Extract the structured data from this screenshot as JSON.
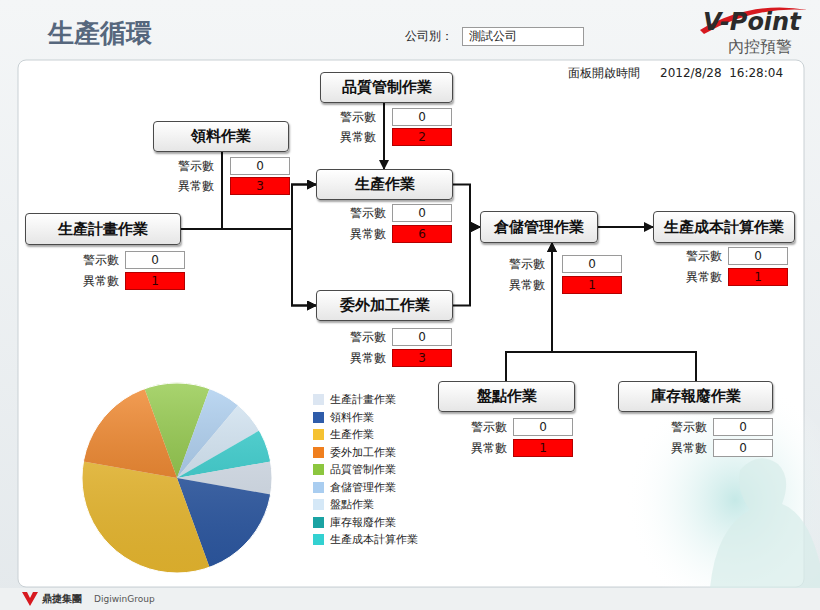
{
  "diagram": {
    "title": "生產循環",
    "nodes": [
      {
        "text": [
          "測試公司"
        ]
      },
      {
        "text": [
          "品質管制作業"
        ]
      },
      {
        "text": [
          "0"
        ]
      },
      {
        "text": [
          "2"
        ]
      },
      {
        "text": [
          "領料作業"
        ]
      },
      {
        "text": [
          "0"
        ]
      },
      {
        "text": [
          "3"
        ]
      },
      {
        "text": [
          "生產作業"
        ]
      },
      {
        "text": [
          "0"
        ]
      },
      {
        "text": [
          "6"
        ]
      },
      {
        "text": [
          "生產計畫作業"
        ]
      },
      {
        "text": [
          "0"
        ]
      },
      {
        "text": [
          "1"
        ]
      },
      {
        "text": [
          "倉儲管理作業"
        ]
      },
      {
        "text": [
          "0"
        ]
      },
      {
        "text": [
          "1"
        ]
      },
      {
        "text": [
          "生產成本計算作業"
        ]
      },
      {
        "text": [
          "0"
        ]
      },
      {
        "text": [
          "1"
        ]
      },
      {
        "text": [
          "委外加工作業"
        ]
      },
      {
        "text": [
          "0"
        ]
      },
      {
        "text": [
          "3"
        ]
      },
      {
        "text": [
          "盤點作業"
        ]
      },
      {
        "text": [
          "0"
        ]
      },
      {
        "text": [
          "1"
        ]
      },
      {
        "text": [
          "庫存報廢作業"
        ]
      },
      {
        "text": [
          "0"
        ]
      },
      {
        "text": [
          "0"
        ]
      }
    ],
    "edges": [
      {
        "from": 10,
        "to": 7,
        "arrow": "to"
      },
      {
        "from": 10,
        "to": 19,
        "arrow": "to"
      },
      {
        "from": 4,
        "to": 7,
        "arrow": "to"
      },
      {
        "from": 4,
        "to": 19,
        "arrow": "to"
      },
      {
        "from": 1,
        "to": 7,
        "arrow": "to"
      },
      {
        "from": 7,
        "to": 13,
        "arrow": "to"
      },
      {
        "from": 19,
        "to": 13,
        "arrow": "to"
      },
      {
        "from": 13,
        "to": 16,
        "arrow": "to"
      },
      {
        "from": 22,
        "to": 13,
        "arrow": "to"
      },
      {
        "from": 25,
        "to": 13,
        "arrow": "to"
      }
    ],
    "labels": [
      "公司別：",
      "V-Point",
      "內控預警",
      "面板開啟時間",
      "2012/8/28  16:28:04",
      "警示數",
      "異常數",
      "警示數",
      "異常數",
      "警示數",
      "異常數",
      "警示數",
      "異常數",
      "警示數",
      "異常數",
      "警示數",
      "異常數",
      "警示數",
      "異常數",
      "警示數",
      "異常數",
      "警示數",
      "異常數",
      "鼎捷集團",
      "DigiwinGroup"
    ],
    "legend": [
      {
        "text": "生產計畫作業",
        "color": "#dce6f2"
      },
      {
        "text": "領料作業",
        "color": "#2e5caa"
      },
      {
        "text": "生產作業",
        "color": "#f5c232"
      },
      {
        "text": "委外加工作業",
        "color": "#f07f1e"
      },
      {
        "text": "品質管制作業",
        "color": "#8cc63f"
      },
      {
        "text": "倉儲管理作業",
        "color": "#a9cdf0"
      },
      {
        "text": "盤點作業",
        "color": "#d5e8f7"
      },
      {
        "text": "庫存報廢作業",
        "color": "#1aa3a3"
      },
      {
        "text": "生產成本計算作業",
        "color": "#33d1d1"
      }
    ]
  }
}
